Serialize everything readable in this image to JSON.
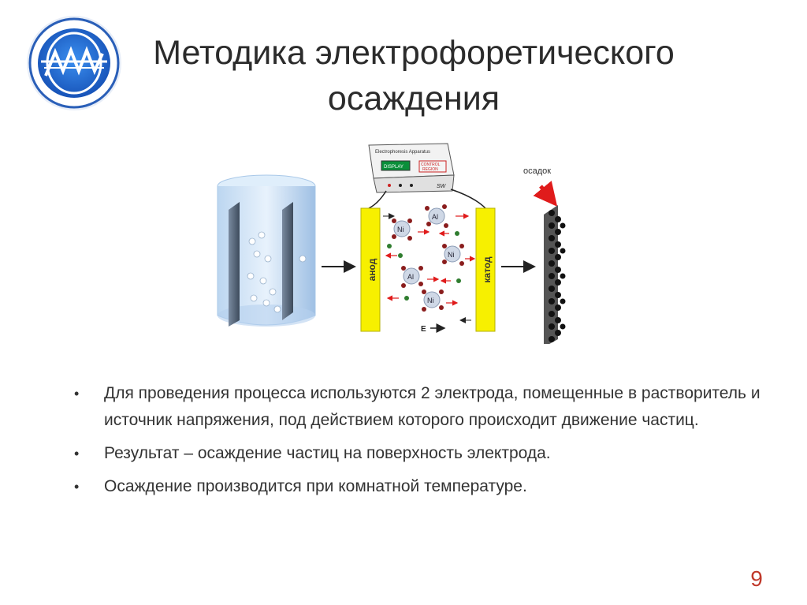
{
  "slide": {
    "title_line1": "Методика электрофоретического",
    "title_line2": "осаждения",
    "page_number": "9"
  },
  "logo": {
    "description_icon": "institute-logo-icon"
  },
  "figure": {
    "apparatus_label": "Electrophoresis Apparatus",
    "display_label": "DISPLAY",
    "control_label_1": "CONTROL",
    "control_label_2": "REGION",
    "sw_label": "SW",
    "anode_label": "анод",
    "cathode_label": "катод",
    "deposit_label": "осадок",
    "field_label": "E",
    "particle_al": "Al",
    "particle_ni": "Ni",
    "colors": {
      "electrode": "#f7f000",
      "arrow": "#e01b1b",
      "particle": "#8a1d1d",
      "beaker": "#a9c8e8"
    }
  },
  "bullets": [
    {
      "text": "Для проведения процесса используются 2 электрода, помещенные в растворитель и источник напряжения, под действием которого происходит движение частиц."
    },
    {
      "text": "Результат – осаждение частиц на поверхность электрода."
    },
    {
      "text": "Осаждение производится при комнатной температуре."
    }
  ]
}
